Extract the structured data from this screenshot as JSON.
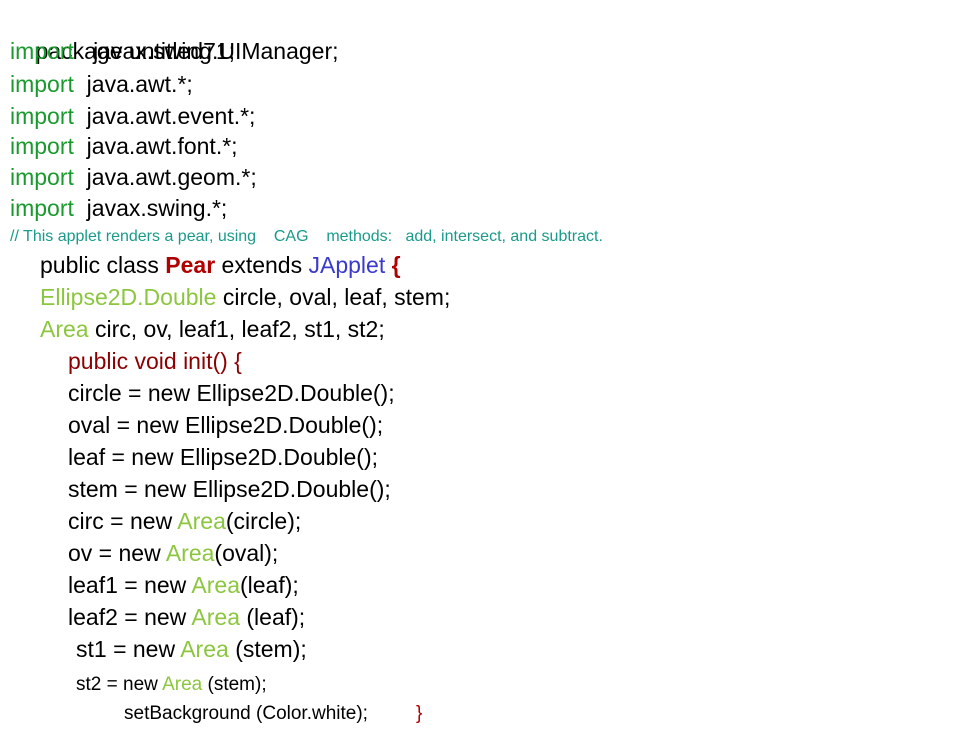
{
  "lines": {
    "l1": {
      "text": "package untitled71;"
    },
    "l2": {
      "kw": "import",
      "rest": "   javax.swing.UIManager;"
    },
    "l3": {
      "kw": "import",
      "rest": "  java.awt.*;"
    },
    "l4": {
      "kw": "import",
      "rest": "  java.awt.event.*;"
    },
    "l5": {
      "kw": "import",
      "rest": "  java.awt.font.*;"
    },
    "l6": {
      "kw": "import",
      "rest": "  java.awt.geom.*;"
    },
    "l7": {
      "kw": "import",
      "rest": "  javax.swing.*;"
    },
    "l8": {
      "text": "// This applet renders a pear, using    CAG    methods:   add, intersect, and subtract."
    },
    "l9": {
      "a": "public class ",
      "b": "Pear",
      "c": " extends ",
      "d": "JApplet",
      "e": " {"
    },
    "l10": {
      "a": "Ellipse2D.Double",
      "b": " circle, oval, leaf, stem;"
    },
    "l11": {
      "a": "Area",
      "b": " circ, ov, leaf1, leaf2, st1, st2;"
    },
    "l12": {
      "text": "public void init() {"
    },
    "l13": {
      "text": "circle = new Ellipse2D.Double();"
    },
    "l14": {
      "text": "oval = new Ellipse2D.Double();"
    },
    "l15": {
      "text": "leaf = new Ellipse2D.Double();"
    },
    "l16": {
      "text": "stem = new Ellipse2D.Double();"
    },
    "l17": {
      "a": "circ = new ",
      "b": "Area",
      "c": "(circle);"
    },
    "l18": {
      "a": "ov = new ",
      "b": "Area",
      "c": "(oval);"
    },
    "l19": {
      "a": "leaf1 = new ",
      "b": "Area",
      "c": "(leaf);"
    },
    "l20": {
      "a": "leaf2 = new ",
      "b": "Area",
      "c": " (leaf);"
    },
    "l21": {
      "a": "st1 = new ",
      "b": "Area",
      "c": " (stem);"
    },
    "l22": {
      "a": "st2 = new ",
      "b": "Area",
      "c": " (stem);"
    },
    "l23": {
      "a": "setBackground (Color.white);",
      "b": "}"
    }
  },
  "colors": {
    "import_keyword": "#1a9a2e",
    "type_name": "#8cc63f",
    "class_name": "#b00000",
    "superclass": "#3a3acc",
    "method_decl": "#8b0000",
    "comment": "#1a9a8a"
  }
}
